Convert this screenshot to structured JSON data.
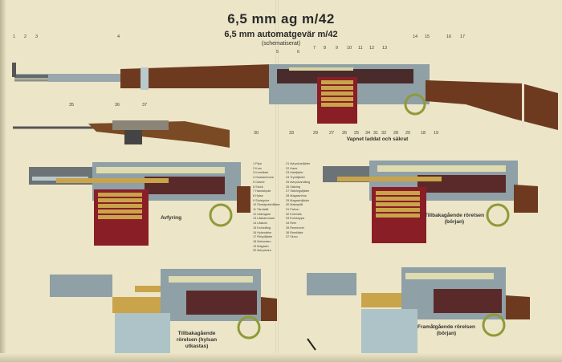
{
  "poster": {
    "title": "6,5 mm ag m/42",
    "subtitle": "6,5 mm automatgevär m/42",
    "subtitle_note": "(schematiserat)",
    "captions": {
      "loaded": "Vapnet laddat och säkrat",
      "firing": "Avfyring",
      "recoil_start": "Tillbakagående rörelsen (början)",
      "recoil_end": "Tillbakagående rörelsen (hylsan utkastas)",
      "forward_start": "Framåtgående rörelsen (början)"
    },
    "top_numbers": [
      "1",
      "2",
      "3",
      "4",
      "5",
      "6",
      "7",
      "8",
      "9",
      "10",
      "11",
      "12",
      "13",
      "14",
      "15",
      "16",
      "17"
    ],
    "bottom_numbers": [
      "35",
      "36",
      "37",
      "30",
      "33",
      "29",
      "27",
      "26",
      "25",
      "34",
      "31",
      "32",
      "28",
      "20",
      "18",
      "19"
    ],
    "legend_left": [
      "1 Pipa",
      "2 Korn",
      "3 Kornfäste",
      "4 Gaskammare",
      "5 Gasrör",
      "6 Stock",
      "7 Handskydd",
      "8 Hylsa",
      "9 Slutstycke",
      "10 Slutstyckshållare",
      "11 Tändstift",
      "12 Utdragare",
      "13 Låskammare",
      "14 Låskolv",
      "15 Kolvstång",
      "16 Hylsmärke",
      "17 Rekylfjäder",
      "18 Mekanism",
      "19 Magasin",
      "20 Avtryckare"
    ],
    "legend_right": [
      "21 Avtryckarfjäder",
      "22 Hane",
      "23 Hanfjäder",
      "24 Tryckfjäder",
      "25 Avtryckarstång",
      "26 Säkring",
      "27 Säkringsfjäder",
      "28 Magasinhus",
      "29 Magasinfjäder",
      "30 Matarplåt",
      "31 Patron",
      "32 Kolvhals",
      "33 Kolvkappa",
      "34 Rem",
      "35 Remsvivel",
      "36 Remfäste",
      "37 Skruv"
    ],
    "colors": {
      "paper": "#ece5c7",
      "wood": "#6e3a1f",
      "metal": "#8fa0a6",
      "magazine": "#8a1e26",
      "brass": "#c9a44a",
      "pale_blue": "#aec3c8",
      "green": "#8f9a3a"
    }
  }
}
